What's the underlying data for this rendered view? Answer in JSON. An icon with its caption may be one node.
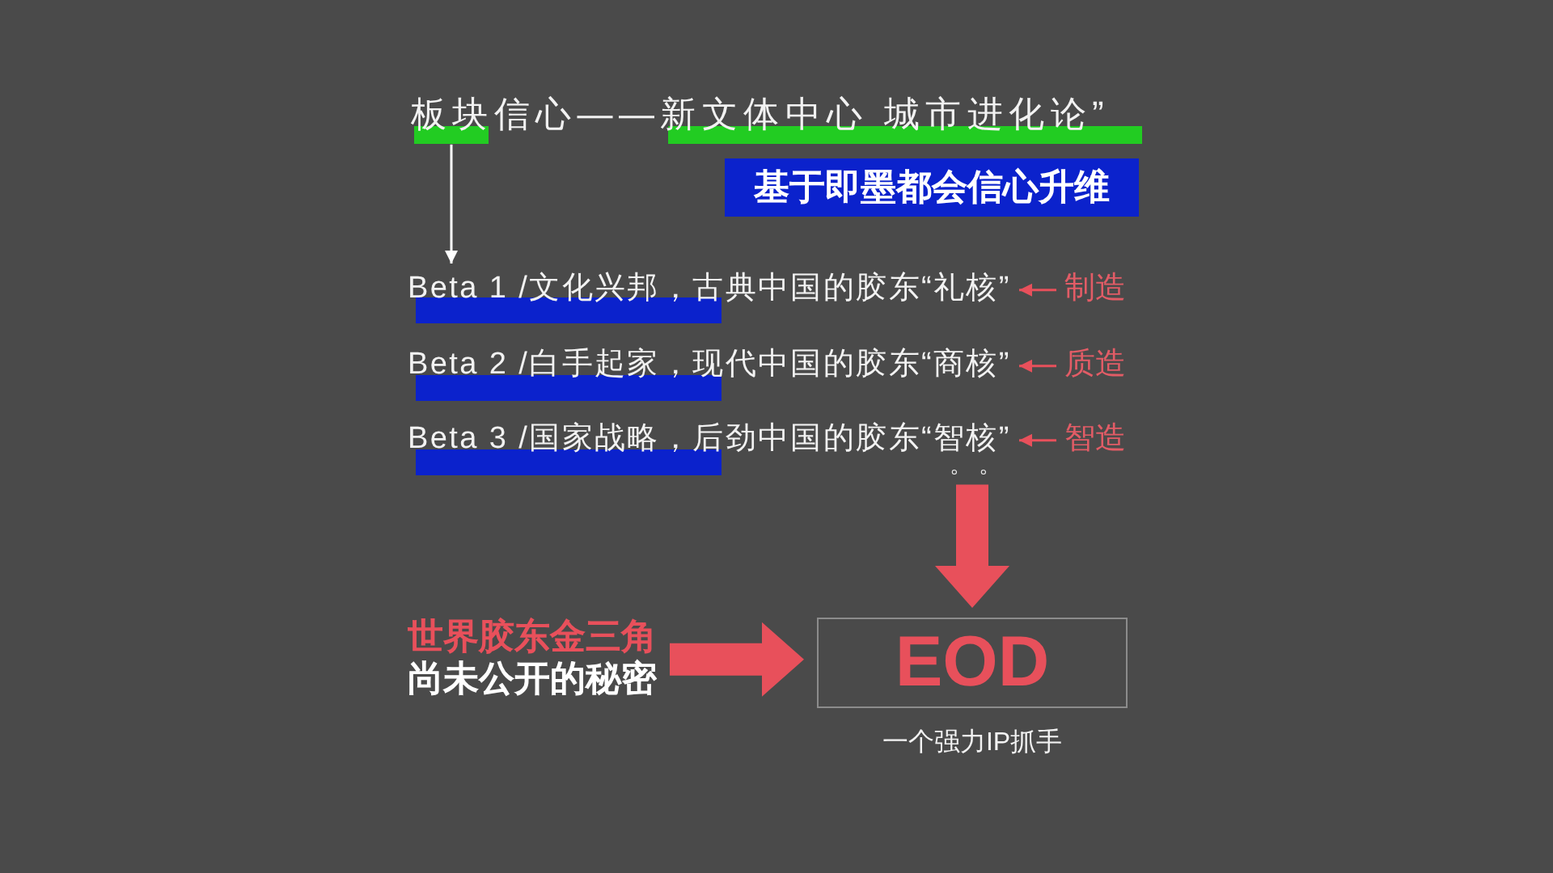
{
  "diagram": {
    "nodes": [
      {
        "text": [
          "板块信心——新文体中心 城市进化论”"
        ]
      },
      {
        "text": [
          "基于即墨都会信心升维"
        ]
      },
      {
        "text": [
          "Beta 1 /文化兴邦，古典中国的胶东“礼核”"
        ]
      },
      {
        "text": [
          "制造"
        ]
      },
      {
        "text": [
          "Beta 2 /白手起家，现代中国的胶东“商核”"
        ]
      },
      {
        "text": [
          "质造"
        ]
      },
      {
        "text": [
          "Beta 3 /国家战略，后劲中国的胶东“智核”"
        ]
      },
      {
        "text": [
          "智造"
        ]
      },
      {
        "text": [
          "世界胶东金三角",
          "尚未公开的秘密"
        ]
      },
      {
        "text": [
          "EOD"
        ],
        "beside": [
          "一个强力IP抓手"
        ]
      }
    ],
    "edges": [
      {
        "from": 0,
        "to": 2,
        "arrow": "to",
        "color": "#ffffff"
      },
      {
        "from": 3,
        "to": 2,
        "arrow": "to"
      },
      {
        "from": 5,
        "to": 4,
        "arrow": "to"
      },
      {
        "from": 7,
        "to": 6,
        "arrow": "to"
      },
      {
        "from": 6,
        "to": 9,
        "arrow": "to",
        "style": "thick"
      },
      {
        "from": 8,
        "to": 9,
        "arrow": "to",
        "style": "thick"
      }
    ],
    "labels": [
      "。 。"
    ]
  }
}
